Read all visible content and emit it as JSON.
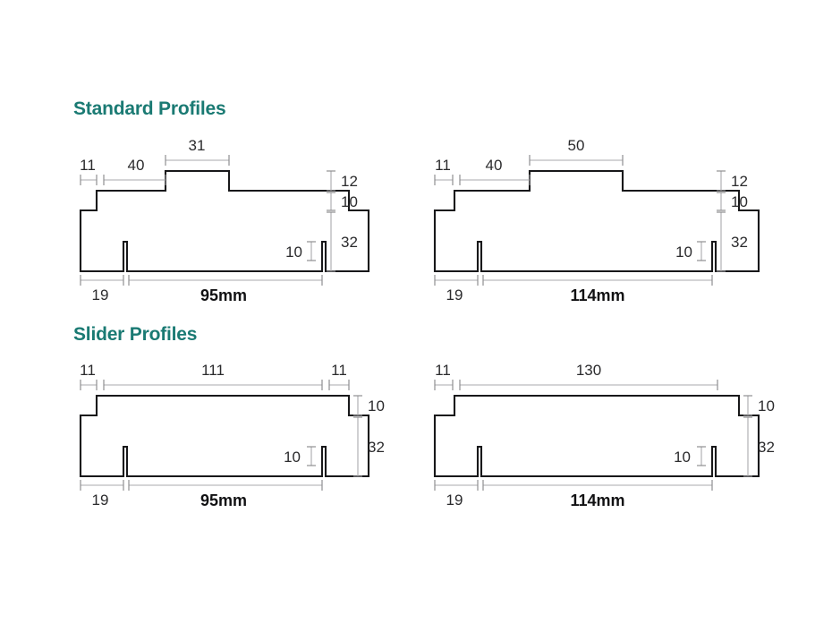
{
  "page": {
    "background_color": "#ffffff",
    "line_color": "#18181a",
    "dimension_color": "#a9a9ac",
    "accent_color": "#1a7a73",
    "units_note": "mm"
  },
  "sections": [
    {
      "id": "standard",
      "title": "Standard Profiles"
    },
    {
      "id": "slider",
      "title": "Slider Profiles"
    }
  ],
  "profiles": [
    {
      "id": "standard-95",
      "section": "standard",
      "overall_label": "95mm",
      "shape": "standard",
      "dimensions": {
        "top_left_edge": "11",
        "top_flat": "40",
        "top_hump": "31",
        "right_upper": "12",
        "right_mid": "10",
        "right_lower": "32",
        "notch": "10",
        "bottom_left": "19"
      }
    },
    {
      "id": "standard-114",
      "section": "standard",
      "overall_label": "114mm",
      "shape": "standard",
      "dimensions": {
        "top_left_edge": "11",
        "top_flat": "40",
        "top_hump": "50",
        "right_upper": "12",
        "right_mid": "10",
        "right_lower": "32",
        "notch": "10",
        "bottom_left": "19"
      }
    },
    {
      "id": "slider-95",
      "section": "slider",
      "overall_label": "95mm",
      "shape": "slider",
      "dimensions": {
        "top_left_edge": "11",
        "top_flat": "111",
        "top_right_edge": "11",
        "right_upper": "10",
        "right_lower": "32",
        "notch": "10",
        "bottom_left": "19"
      }
    },
    {
      "id": "slider-114",
      "section": "slider",
      "overall_label": "114mm",
      "shape": "slider",
      "dimensions": {
        "top_left_edge": "11",
        "top_flat": "130",
        "right_upper": "10",
        "right_lower": "32",
        "notch": "10",
        "bottom_left": "19"
      }
    }
  ]
}
